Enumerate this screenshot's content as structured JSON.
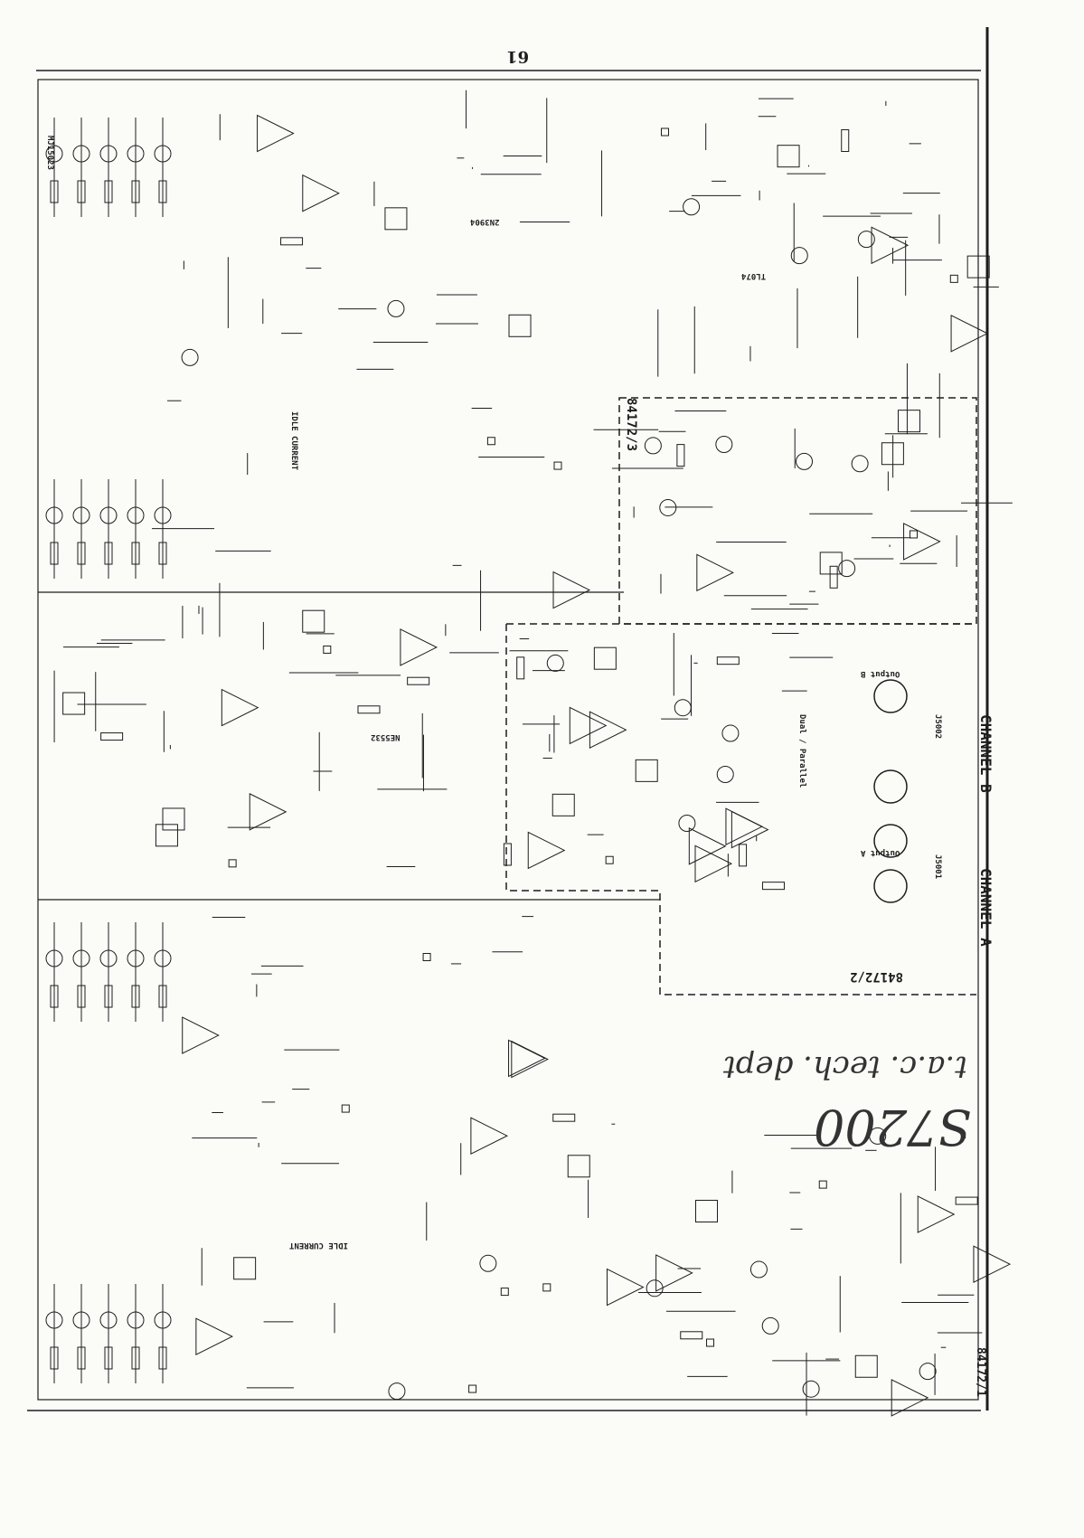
{
  "page_number": "61",
  "labels": {
    "channel_a": "CHANNEL A",
    "channel_b": "CHANNEL B",
    "board_1": "84172/1",
    "board_2": "84172/2",
    "board_3": "84172/3",
    "idle_current_top": "IDLE CURRENT",
    "idle_current_bottom": "IDLE CURRENT",
    "dual_parallel": "Dual / Parallel",
    "output_a": "Output A",
    "output_b": "Output B",
    "jack_a": "J5001",
    "jack_b": "J5002",
    "opamp_1": "NE5532",
    "opamp_2": "TL074",
    "transistor_1": "MJ15023",
    "transistor_2": "2N3904"
  },
  "handwriting": {
    "model": "S7200",
    "note": "t.a.c. tech. dept"
  },
  "colors": {
    "ink": "#1d1d1d",
    "paper": "#fbfbf8"
  }
}
